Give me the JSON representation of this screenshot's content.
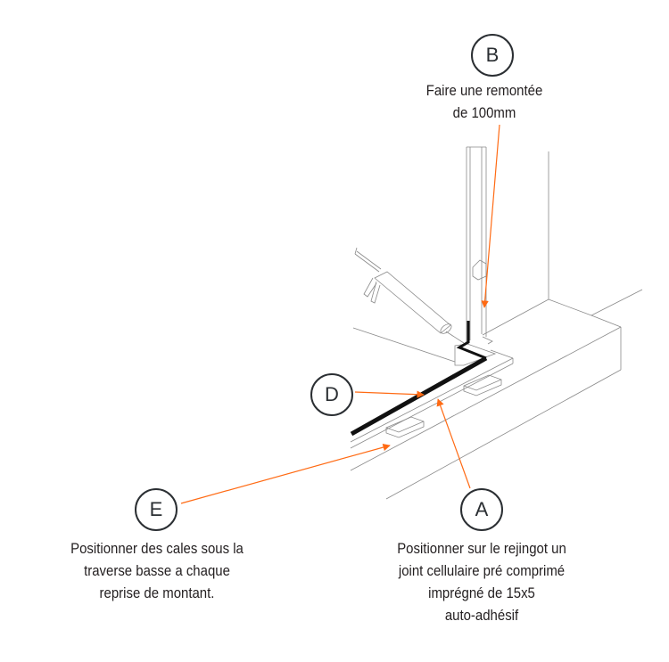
{
  "colors": {
    "accent": "#ff6a13",
    "ink": "#2b2f33",
    "line": "#888888"
  },
  "callouts": {
    "B": {
      "letter": "B",
      "lines": [
        "Faire une remontée",
        "de 100mm"
      ]
    },
    "D": {
      "letter": "D"
    },
    "E": {
      "letter": "E",
      "lines": [
        "Positionner des cales sous la",
        "traverse basse a chaque",
        "reprise de montant."
      ]
    },
    "A": {
      "letter": "A",
      "lines": [
        "Positionner sur le rejingot un",
        "joint cellulaire pré comprimé",
        "imprégné de 15x5",
        "auto-adhésif"
      ]
    }
  }
}
